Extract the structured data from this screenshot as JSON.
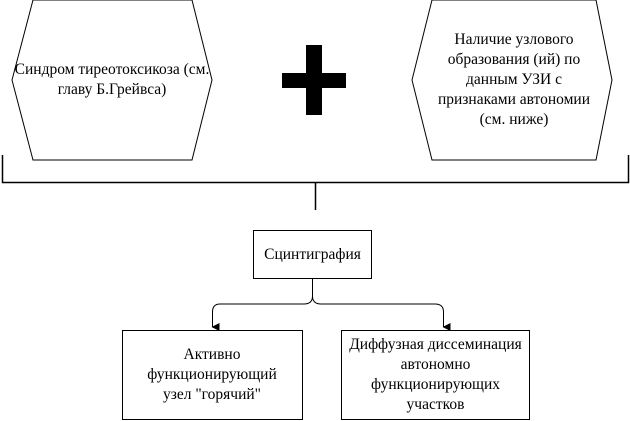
{
  "nodes": {
    "thyrotoxicosis": "Синдром тиреотоксикоза (см. главу Б.Грейвса)",
    "nodule": "Наличие узлового образования (ий) по данным УЗИ с признаками автономии (см. ниже)",
    "scintigraphy": "Сцинтиграфия",
    "hot_node": "Активно функционирующий узел \"горячий\"",
    "diffuse": "Диффузная диссеминация автономно функционирующих участков"
  },
  "colors": {
    "stroke": "#000000",
    "fill": "#ffffff"
  }
}
